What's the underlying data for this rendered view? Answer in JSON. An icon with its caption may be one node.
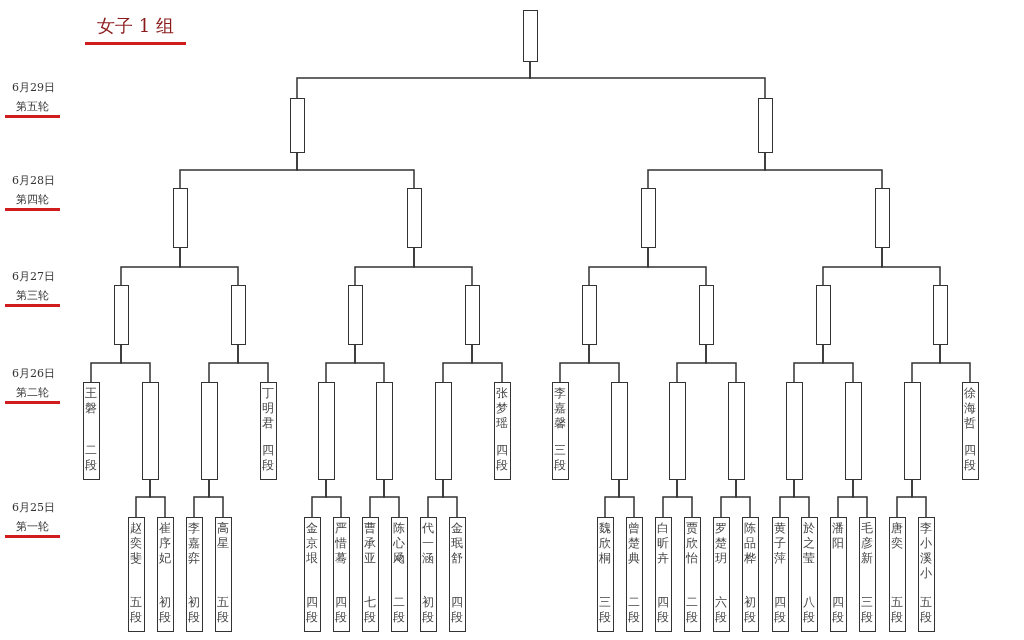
{
  "diagram": {
    "title": "女子 1 组",
    "nodes": [
      {
        "text": [],
        "shape": "box"
      },
      {
        "text": [],
        "shape": "box"
      },
      {
        "text": [],
        "shape": "box"
      },
      {
        "text": [],
        "shape": "box"
      },
      {
        "text": [],
        "shape": "box"
      },
      {
        "text": [],
        "shape": "box"
      },
      {
        "text": [],
        "shape": "box"
      },
      {
        "text": [],
        "shape": "box"
      },
      {
        "text": [],
        "shape": "box"
      },
      {
        "text": [],
        "shape": "box"
      },
      {
        "text": [],
        "shape": "box"
      },
      {
        "text": [],
        "shape": "box"
      },
      {
        "text": [],
        "shape": "box"
      },
      {
        "text": [],
        "shape": "box"
      },
      {
        "text": [],
        "shape": "box"
      },
      {
        "text": [
          "王磐",
          "二段"
        ]
      },
      {
        "text": [],
        "shape": "box"
      },
      {
        "text": [],
        "shape": "box"
      },
      {
        "text": [
          "丁明君",
          "四段"
        ]
      },
      {
        "text": [],
        "shape": "box"
      },
      {
        "text": [],
        "shape": "box"
      },
      {
        "text": [],
        "shape": "box"
      },
      {
        "text": [
          "张梦瑶",
          "四段"
        ]
      },
      {
        "text": [
          "李嘉馨",
          "三段"
        ]
      },
      {
        "text": [],
        "shape": "box"
      },
      {
        "text": [],
        "shape": "box"
      },
      {
        "text": [],
        "shape": "box"
      },
      {
        "text": [],
        "shape": "box"
      },
      {
        "text": [],
        "shape": "box"
      },
      {
        "text": [],
        "shape": "box"
      },
      {
        "text": [
          "徐海哲",
          "四段"
        ]
      },
      {
        "text": [
          "赵奕斐",
          "五段"
        ]
      },
      {
        "text": [
          "崔序妃",
          "初段"
        ]
      },
      {
        "text": [
          "李嘉弈",
          "初段"
        ]
      },
      {
        "text": [
          "高星",
          "五段"
        ]
      },
      {
        "text": [
          "金京垠",
          "四段"
        ]
      },
      {
        "text": [
          "严惜蓦",
          "四段"
        ]
      },
      {
        "text": [
          "曹承亚",
          "七段"
        ]
      },
      {
        "text": [
          "陈心飏",
          "二段"
        ]
      },
      {
        "text": [
          "代一涵",
          "初段"
        ]
      },
      {
        "text": [
          "金珉舒",
          "四段"
        ]
      },
      {
        "text": [
          "魏欣桐",
          "三段"
        ]
      },
      {
        "text": [
          "曾楚典",
          "二段"
        ]
      },
      {
        "text": [
          "白昕卉",
          "四段"
        ]
      },
      {
        "text": [
          "贾欣怡",
          "二段"
        ]
      },
      {
        "text": [
          "罗楚玥",
          "六段"
        ]
      },
      {
        "text": [
          "陈品桦",
          "初段"
        ]
      },
      {
        "text": [
          "黄子萍",
          "四段"
        ]
      },
      {
        "text": [
          "於之莹",
          "八段"
        ]
      },
      {
        "text": [
          "潘阳",
          "四段"
        ]
      },
      {
        "text": [
          "毛彦新",
          "三段"
        ]
      },
      {
        "text": [
          "唐奕",
          "五段"
        ]
      },
      {
        "text": [
          "李小溪小",
          "五段"
        ]
      }
    ],
    "edges": [
      {
        "from": 1,
        "to": 0,
        "arrow": "none"
      },
      {
        "from": 2,
        "to": 0,
        "arrow": "none"
      },
      {
        "from": 3,
        "to": 1,
        "arrow": "none"
      },
      {
        "from": 4,
        "to": 1,
        "arrow": "none"
      },
      {
        "from": 5,
        "to": 2,
        "arrow": "none"
      },
      {
        "from": 6,
        "to": 2,
        "arrow": "none"
      },
      {
        "from": 7,
        "to": 3,
        "arrow": "none"
      },
      {
        "from": 8,
        "to": 3,
        "arrow": "none"
      },
      {
        "from": 9,
        "to": 4,
        "arrow": "none"
      },
      {
        "from": 10,
        "to": 4,
        "arrow": "none"
      },
      {
        "from": 11,
        "to": 5,
        "arrow": "none"
      },
      {
        "from": 12,
        "to": 5,
        "arrow": "none"
      },
      {
        "from": 13,
        "to": 6,
        "arrow": "none"
      },
      {
        "from": 14,
        "to": 6,
        "arrow": "none"
      },
      {
        "from": 15,
        "to": 7,
        "arrow": "none"
      },
      {
        "from": 16,
        "to": 7,
        "arrow": "none"
      },
      {
        "from": 17,
        "to": 8,
        "arrow": "none"
      },
      {
        "from": 18,
        "to": 8,
        "arrow": "none"
      },
      {
        "from": 19,
        "to": 9,
        "arrow": "none"
      },
      {
        "from": 20,
        "to": 9,
        "arrow": "none"
      },
      {
        "from": 21,
        "to": 10,
        "arrow": "none"
      },
      {
        "from": 22,
        "to": 10,
        "arrow": "none"
      },
      {
        "from": 23,
        "to": 11,
        "arrow": "none"
      },
      {
        "from": 24,
        "to": 11,
        "arrow": "none"
      },
      {
        "from": 25,
        "to": 12,
        "arrow": "none"
      },
      {
        "from": 26,
        "to": 12,
        "arrow": "none"
      },
      {
        "from": 27,
        "to": 13,
        "arrow": "none"
      },
      {
        "from": 28,
        "to": 13,
        "arrow": "none"
      },
      {
        "from": 29,
        "to": 14,
        "arrow": "none"
      },
      {
        "from": 30,
        "to": 14,
        "arrow": "none"
      },
      {
        "from": 31,
        "to": 16,
        "arrow": "none"
      },
      {
        "from": 32,
        "to": 16,
        "arrow": "none"
      },
      {
        "from": 33,
        "to": 17,
        "arrow": "none"
      },
      {
        "from": 34,
        "to": 17,
        "arrow": "none"
      },
      {
        "from": 35,
        "to": 19,
        "arrow": "none"
      },
      {
        "from": 36,
        "to": 19,
        "arrow": "none"
      },
      {
        "from": 37,
        "to": 20,
        "arrow": "none"
      },
      {
        "from": 38,
        "to": 20,
        "arrow": "none"
      },
      {
        "from": 39,
        "to": 21,
        "arrow": "none"
      },
      {
        "from": 40,
        "to": 21,
        "arrow": "none"
      },
      {
        "from": 41,
        "to": 24,
        "arrow": "none"
      },
      {
        "from": 42,
        "to": 24,
        "arrow": "none"
      },
      {
        "from": 43,
        "to": 25,
        "arrow": "none"
      },
      {
        "from": 44,
        "to": 25,
        "arrow": "none"
      },
      {
        "from": 45,
        "to": 26,
        "arrow": "none"
      },
      {
        "from": 46,
        "to": 26,
        "arrow": "none"
      },
      {
        "from": 47,
        "to": 27,
        "arrow": "none"
      },
      {
        "from": 48,
        "to": 27,
        "arrow": "none"
      },
      {
        "from": 49,
        "to": 28,
        "arrow": "none"
      },
      {
        "from": 50,
        "to": 28,
        "arrow": "none"
      },
      {
        "from": 51,
        "to": 29,
        "arrow": "none"
      },
      {
        "from": 52,
        "to": 29,
        "arrow": "none"
      }
    ],
    "labels": [
      "6月29日",
      "第五轮",
      "6月28日",
      "第四轮",
      "6月27日",
      "第三轮",
      "6月26日",
      "第二轮",
      "6月25日",
      "第一轮"
    ]
  }
}
